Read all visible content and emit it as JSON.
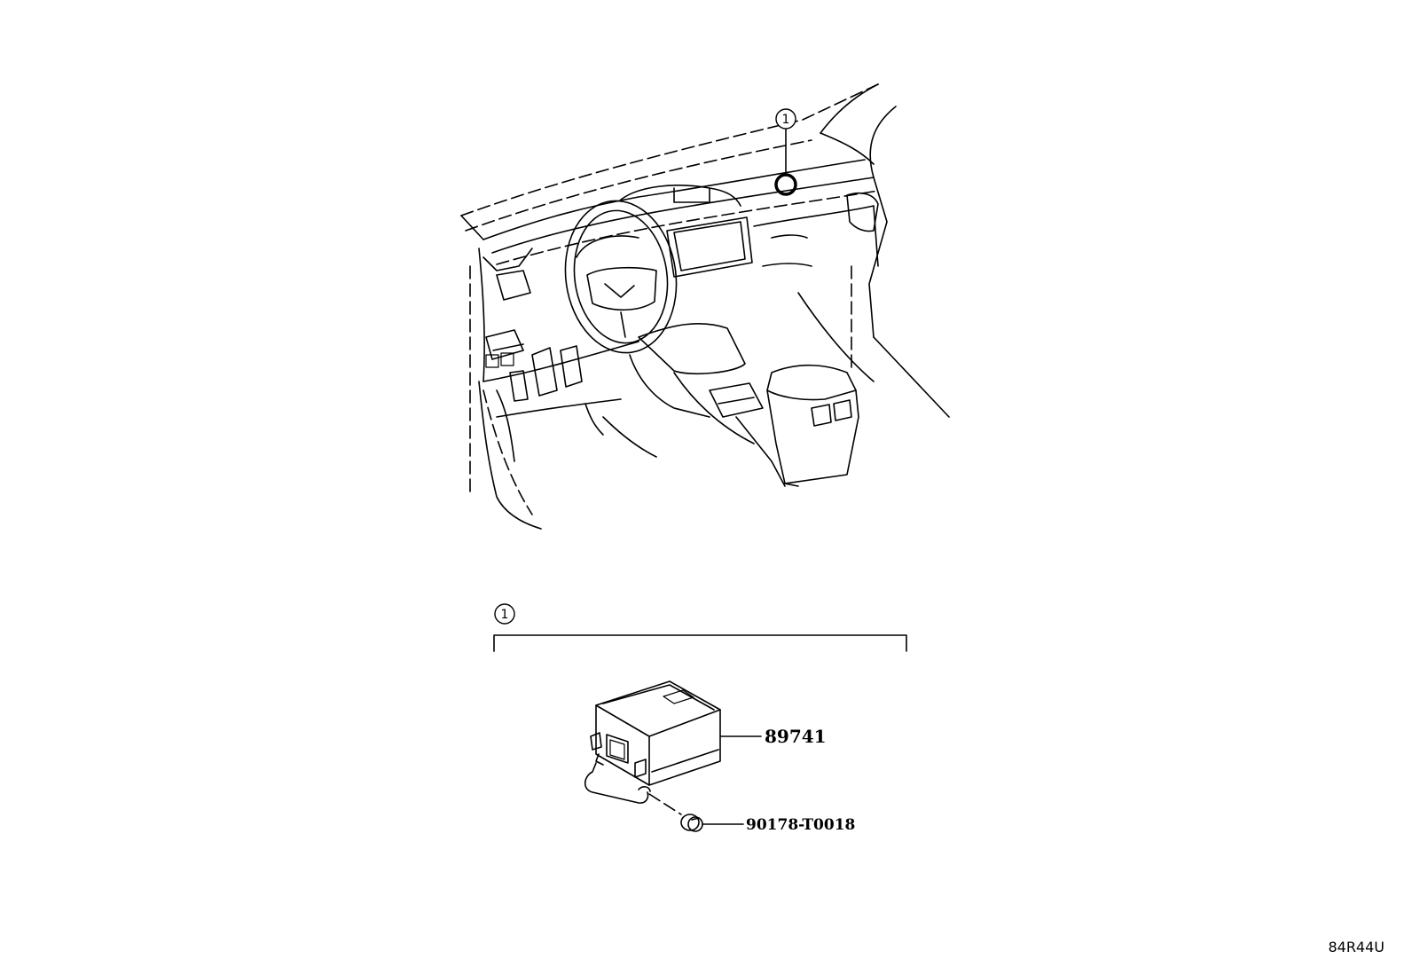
{
  "callouts": {
    "location_marker": "1",
    "group_marker": "1"
  },
  "parts": [
    {
      "number": "89741"
    },
    {
      "number": "90178-T0018"
    }
  ],
  "illustration_code": "84R44U"
}
